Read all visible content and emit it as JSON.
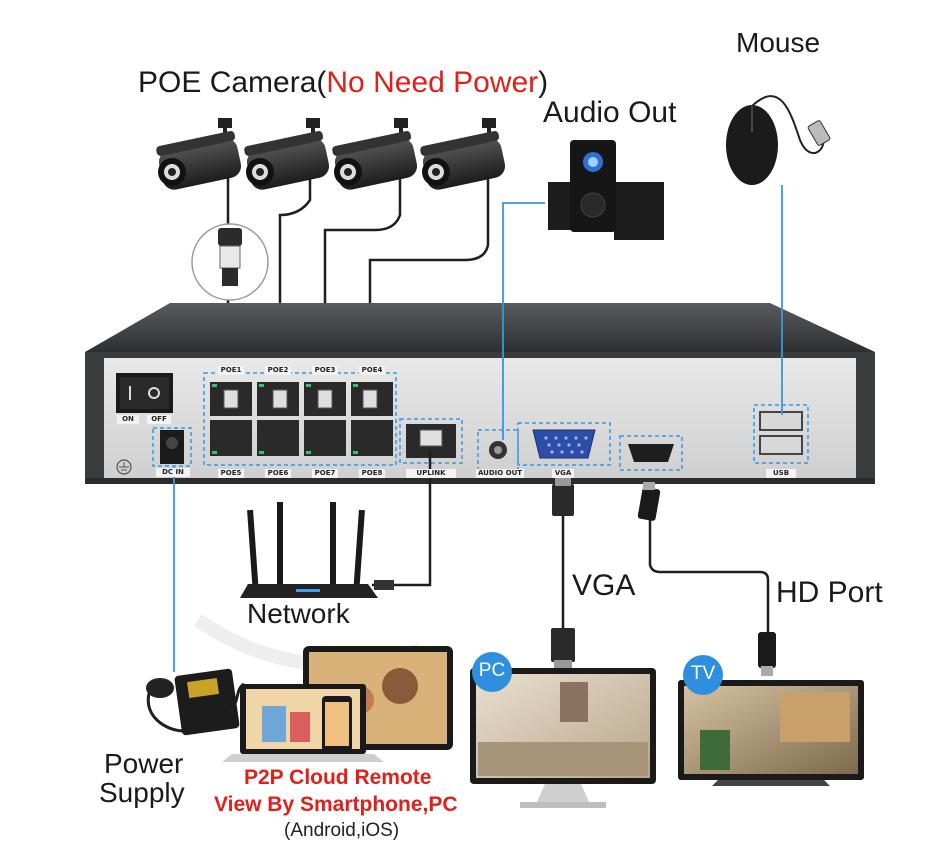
{
  "labels": {
    "poe_camera": "POE Camera(",
    "no_need_power": "No Need Power",
    "poe_camera_close": ")",
    "audio_out": "Audio Out",
    "mouse": "Mouse",
    "network": "Network",
    "vga": "VGA",
    "hd_port": "HD Port",
    "power": "Power",
    "supply": "Supply",
    "p2p_line1": "P2P Cloud Remote",
    "p2p_line2": "View By Smartphone,PC",
    "p2p_line3": "(Android,iOS)",
    "pc_badge": "PC",
    "tv_badge": "TV"
  },
  "nvr_ports": {
    "on": "ON",
    "off": "OFF",
    "dc_in": "DC IN",
    "poe_top": [
      "POE1",
      "POE2",
      "POE3",
      "POE4"
    ],
    "poe_bottom": [
      "POE5",
      "POE6",
      "POE7",
      "POE8"
    ],
    "uplink": "UPLINK",
    "audio_out": "AUDIO OUT",
    "vga": "VGA",
    "usb": "USB"
  },
  "colors": {
    "cable_blue": "#3399e6",
    "cable_black": "#1f1f1f",
    "highlight_red": "#e0201b",
    "badge_blue": "#2e8fe0",
    "nvr_body": "#3a3b3d",
    "nvr_panel": "#dcdcdc"
  },
  "icons": [
    "camera-icon",
    "speaker-icon",
    "mouse-icon",
    "router-icon",
    "power-adapter-icon",
    "laptop-icon",
    "smartphone-icon",
    "tablet-icon",
    "monitor-icon",
    "tv-icon",
    "rj45-plug-icon",
    "vga-plug-icon",
    "hdmi-plug-icon"
  ]
}
